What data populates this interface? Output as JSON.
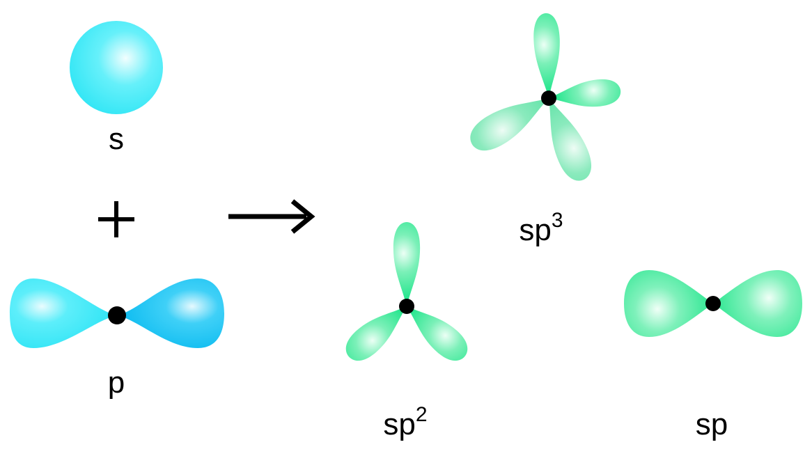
{
  "labels": {
    "s": "s",
    "p": "p",
    "sp3_base": "sp",
    "sp3_exp": "3",
    "sp2_base": "sp",
    "sp2_exp": "2",
    "sp": "sp"
  },
  "operators": {
    "plus": "+",
    "arrow": "→"
  },
  "colors": {
    "s_orbital": "#33e6f5",
    "p_lobe_light": "#33e6f5",
    "p_lobe_dark": "#0bbbf0",
    "hybrid_lobe": "#22e58c",
    "hybrid_lobe_pale": "#66e3ac",
    "nucleus": "#000000"
  }
}
